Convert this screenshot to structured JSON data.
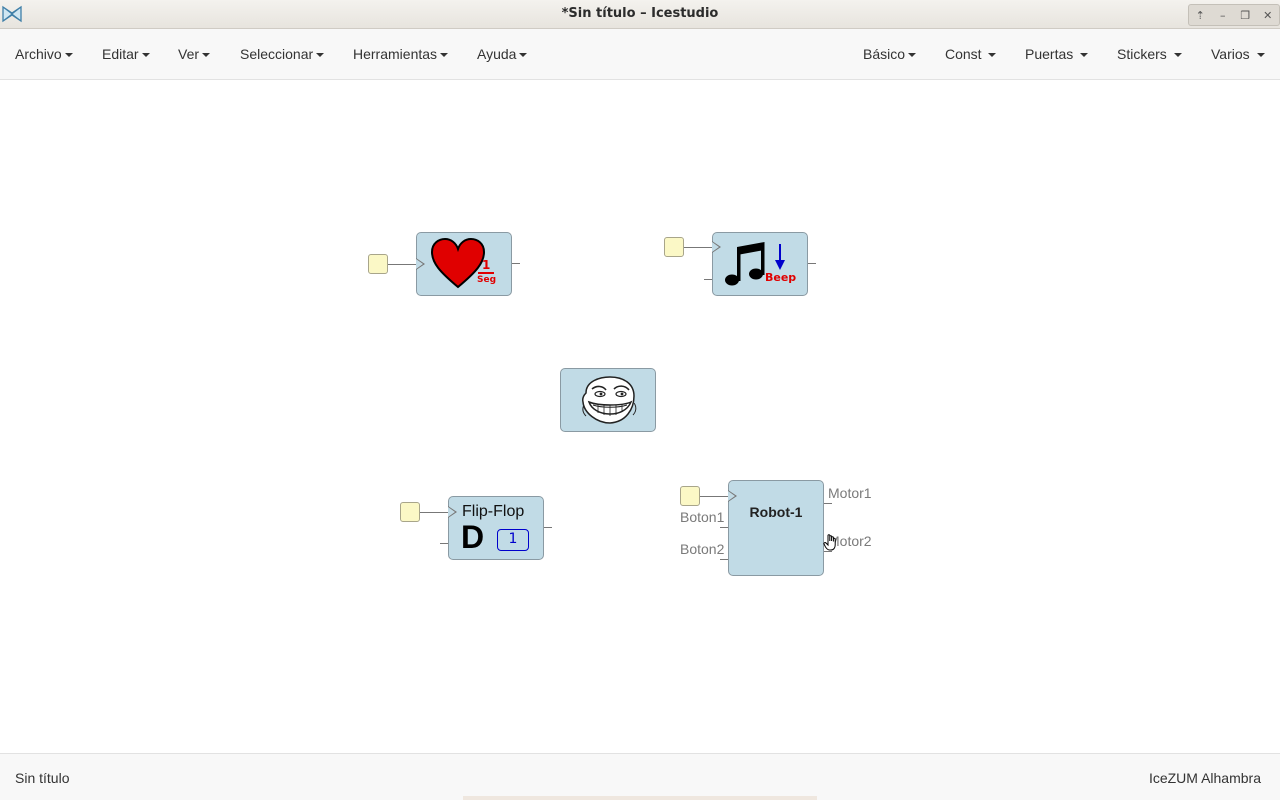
{
  "window": {
    "title": "*Sin título – Icestudio",
    "controls": {
      "up": "⇡",
      "minimize": "–",
      "maximize": "❐",
      "close": "✕"
    }
  },
  "menubar": {
    "left": [
      {
        "label": "Archivo"
      },
      {
        "label": "Editar"
      },
      {
        "label": "Ver"
      },
      {
        "label": "Seleccionar"
      },
      {
        "label": "Herramientas"
      },
      {
        "label": "Ayuda"
      }
    ],
    "right": [
      {
        "label": "Básico"
      },
      {
        "label": "Const"
      },
      {
        "label": "Puertas"
      },
      {
        "label": "Stickers"
      },
      {
        "label": "Varios"
      }
    ]
  },
  "blocks": {
    "heartbeat": {
      "icon": "heart-icon",
      "number": "1",
      "unit": "Seg"
    },
    "beep": {
      "icon": "music-note-icon",
      "label": "Beep"
    },
    "troll": {
      "icon": "troll-face-icon"
    },
    "flipflop": {
      "title": "Flip-Flop",
      "letter": "D",
      "value": "1"
    },
    "robot": {
      "name": "Robot-1",
      "inputs": [
        "Boton1",
        "Boton2"
      ],
      "outputs": [
        "Motor1",
        "Motor2"
      ]
    }
  },
  "status": {
    "left": "Sin título",
    "right": "IceZUM Alhambra"
  },
  "colors": {
    "block": "#c1dbe6",
    "pin": "#fbf8c6",
    "accent_red": "#e00000",
    "accent_blue": "#0000cc"
  }
}
